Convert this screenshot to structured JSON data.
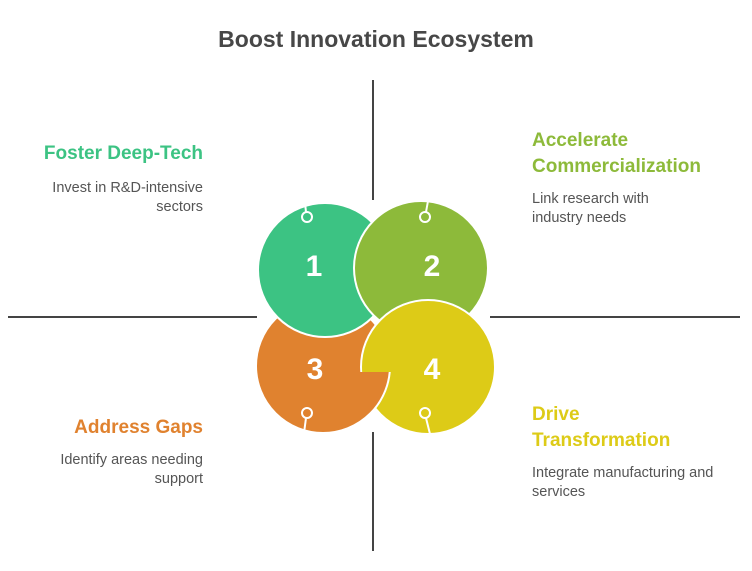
{
  "title": "Boost Innovation Ecosystem",
  "colors": {
    "green": "#3CC383",
    "olive": "#8DBA3A",
    "orange": "#E0822F",
    "yellow": "#DDCB17",
    "line": "#444444"
  },
  "items": [
    {
      "number": "1",
      "heading": "Foster Deep-Tech",
      "body": "Invest in R&D-intensive sectors"
    },
    {
      "number": "2",
      "heading": "Accelerate Commercialization",
      "body": "Link research with industry needs"
    },
    {
      "number": "3",
      "heading": "Address Gaps",
      "body": "Identify areas needing support"
    },
    {
      "number": "4",
      "heading": "Drive Transformation",
      "body": "Integrate manufacturing and services"
    }
  ]
}
